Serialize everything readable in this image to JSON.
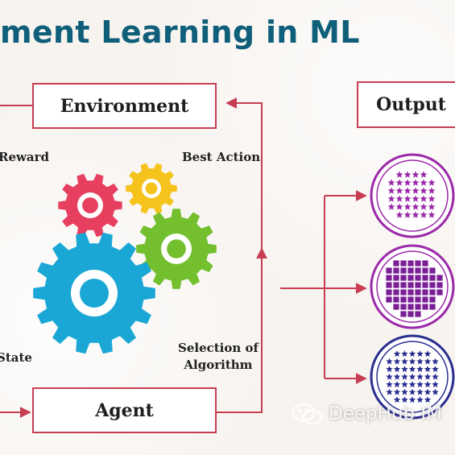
{
  "title": "ment Learning in ML",
  "boxes": {
    "environment": "Environment",
    "agent": "Agent",
    "output": "Output"
  },
  "labels": {
    "reward": "Reward",
    "best_action": "Best Action",
    "state": "State",
    "selection_line1": "Selection of",
    "selection_line2": "Algorithm"
  },
  "watermark": "DeepHub IM",
  "icons": [
    "gear-red-icon",
    "gear-yellow-icon",
    "gear-green-icon",
    "gear-blue-icon",
    "star-pattern-circle-icon",
    "square-grid-circle-icon",
    "wechat-icon"
  ],
  "colors": {
    "title": "#0f5e7a",
    "arrow": "#c73d52",
    "gear_red": "#e63f5f",
    "gear_yellow": "#f5c31c",
    "gear_green": "#73bf2e",
    "gear_blue": "#1aa7d6",
    "output_circle": "#9b2aa8",
    "output_dark": "#2a2f8f"
  }
}
